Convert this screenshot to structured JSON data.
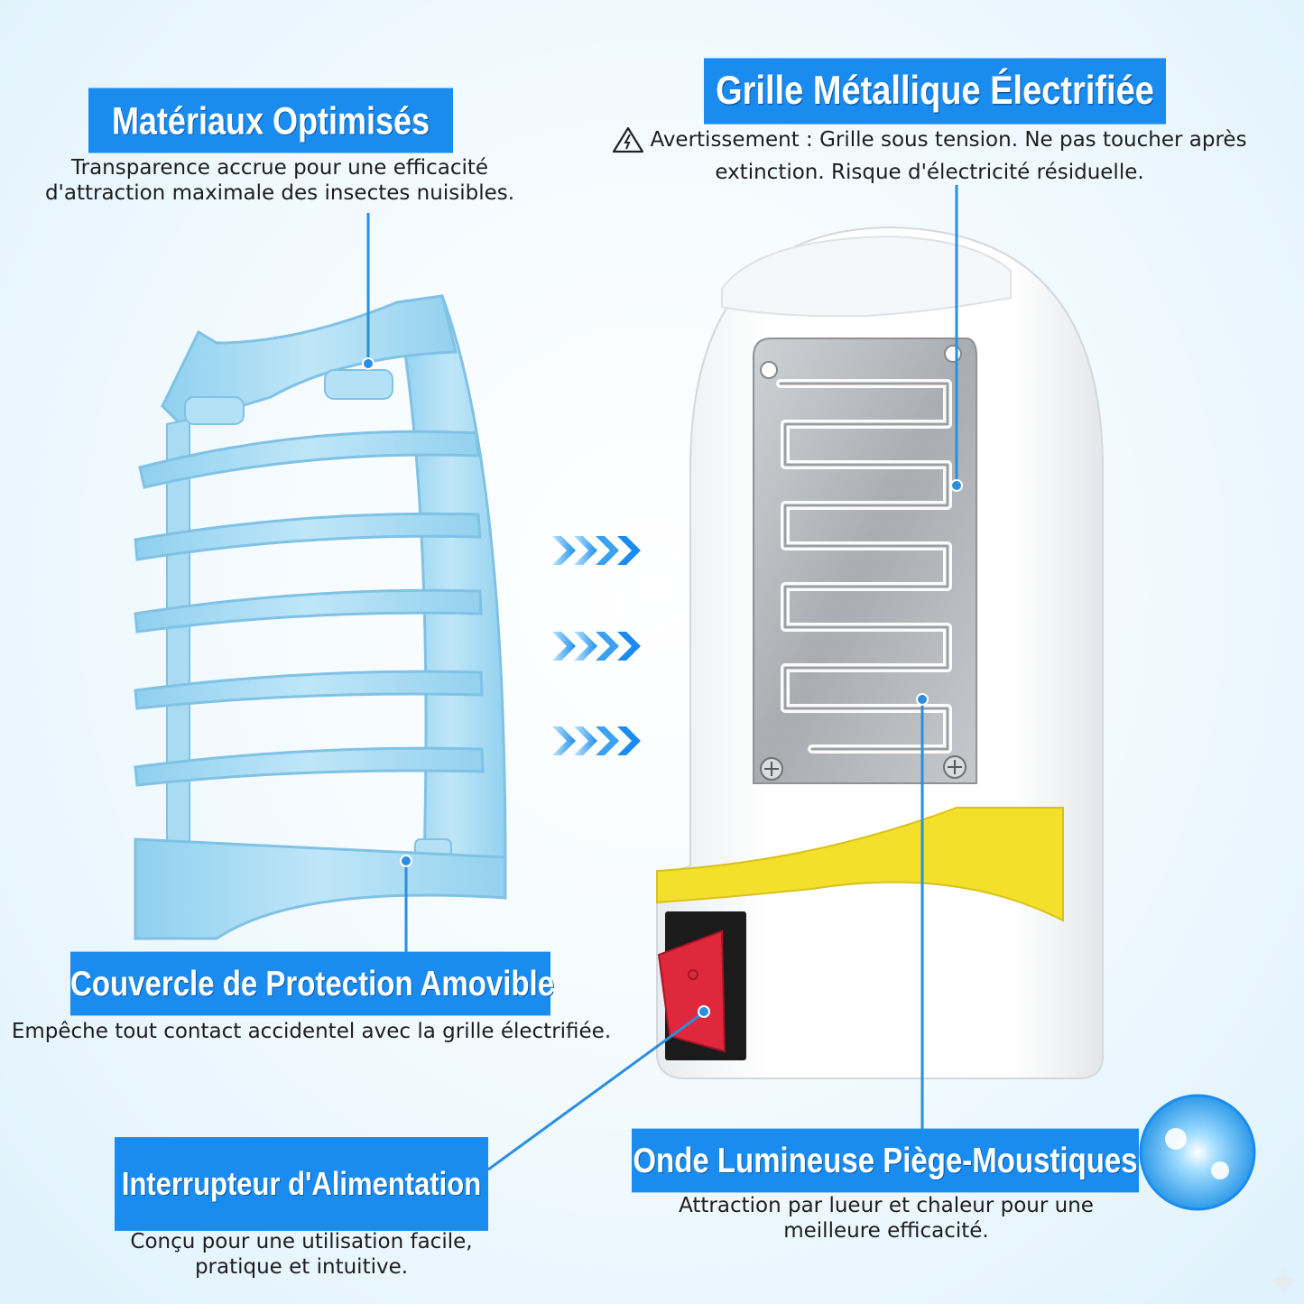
{
  "colors": {
    "accent_blue": "#1a8cf0",
    "leader_line": "#2a8fe0",
    "cover_blue": "#a6daf3",
    "switch_red": "#e0283c",
    "yellow_band": "#f4df2a",
    "grid_metal": "#b9bcc0"
  },
  "icons": [
    "warning-triangle-icon",
    "chevron-arrow-icon",
    "light-orb-icon",
    "sparkle-icon"
  ],
  "callouts": {
    "materials": {
      "title": "Matériaux Optimisés",
      "desc_line1": "Transparence accrue pour une efficacité",
      "desc_line2": "d'attraction maximale des insectes nuisibles."
    },
    "grid": {
      "title": "Grille Métallique Électrifiée",
      "desc_line1": "Avertissement : Grille sous tension. Ne pas toucher après",
      "desc_line2": "extinction. Risque d'électricité résiduelle."
    },
    "cover": {
      "title": "Couvercle de Protection Amovible",
      "desc": "Empêche tout contact accidentel avec la grille électrifiée."
    },
    "switch": {
      "title": "Interrupteur d'Alimentation",
      "desc_line1": "Conçu pour une utilisation facile,",
      "desc_line2": "pratique et intuitive."
    },
    "light": {
      "title": "Onde Lumineuse Piège-Moustiques",
      "desc_line1": "Attraction par lueur et chaleur pour une",
      "desc_line2": "meilleure efficacité."
    }
  }
}
